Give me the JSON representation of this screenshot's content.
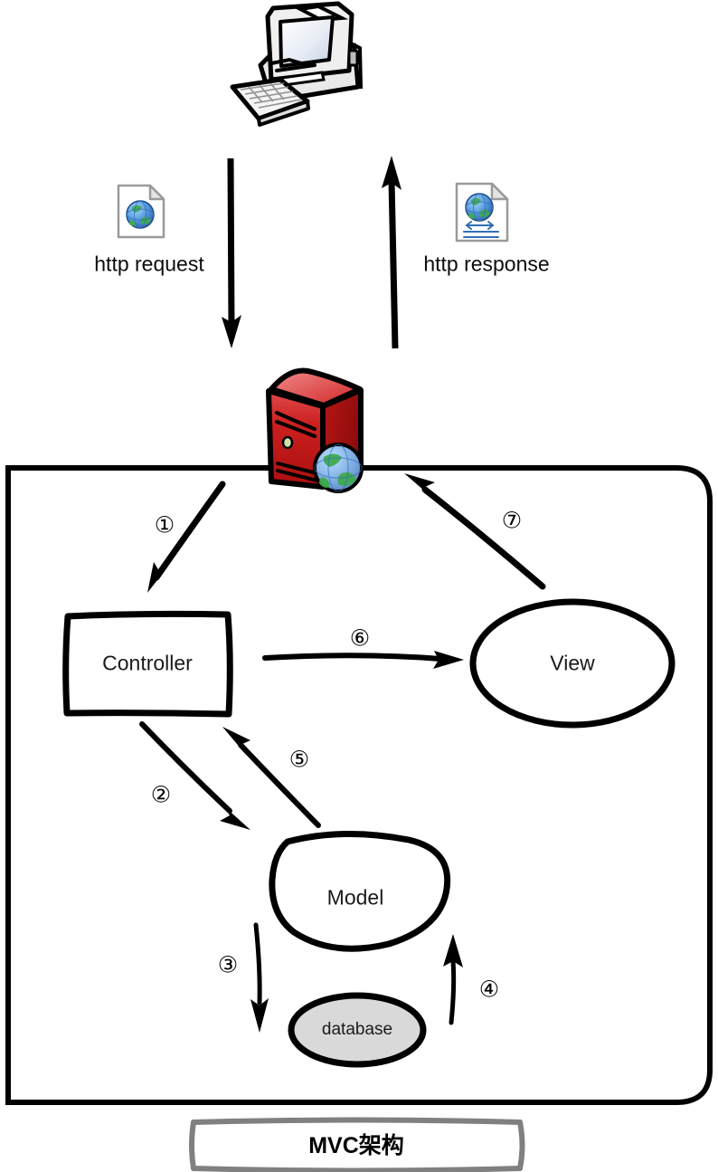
{
  "diagram": {
    "title": "MVC架构",
    "type": "mvc-architecture-flow",
    "background_color": "#ffffff",
    "stroke_color": "#000000",
    "caption_border_color": "#808080",
    "database_fill": "#d9d9d9",
    "server_color": "#cc1f1f",
    "client": {
      "icon": "desktop-computer-icon",
      "alt": "client computer"
    },
    "server": {
      "icon": "server-globe-icon",
      "alt": "web server"
    },
    "io_messages": [
      {
        "id": "http-request",
        "label": "http request",
        "icon": "web-page-globe-icon",
        "direction": "client-to-server"
      },
      {
        "id": "http-response",
        "label": "http response",
        "icon": "web-page-html-icon",
        "direction": "server-to-client"
      }
    ],
    "nodes": [
      {
        "id": "controller",
        "label": "Controller",
        "shape": "rectangle"
      },
      {
        "id": "view",
        "label": "View",
        "shape": "ellipse"
      },
      {
        "id": "model",
        "label": "Model",
        "shape": "blob"
      },
      {
        "id": "database",
        "label": "database",
        "shape": "ellipse-filled"
      }
    ],
    "flows": [
      {
        "step": "①",
        "from": "server",
        "to": "controller"
      },
      {
        "step": "②",
        "from": "controller",
        "to": "model"
      },
      {
        "step": "③",
        "from": "model",
        "to": "database"
      },
      {
        "step": "④",
        "from": "database",
        "to": "model"
      },
      {
        "step": "⑤",
        "from": "model",
        "to": "controller"
      },
      {
        "step": "⑥",
        "from": "controller",
        "to": "view"
      },
      {
        "step": "⑦",
        "from": "view",
        "to": "server"
      }
    ]
  }
}
